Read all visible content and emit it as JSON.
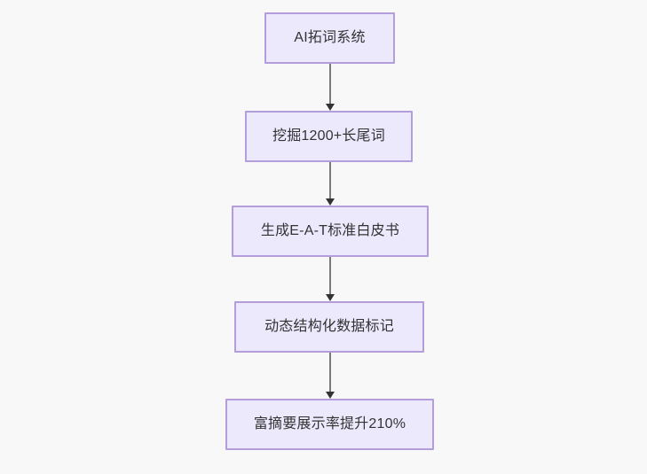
{
  "diagram": {
    "type": "flowchart",
    "direction": "top-down",
    "background_color": "#f8f8f8",
    "node_fill_color": "#ece9fc",
    "node_border_color": "#b39ddb",
    "node_text_color": "#333333",
    "edge_line_color": "#7a7a7a",
    "edge_arrow_color": "#333333",
    "nodes": [
      {
        "id": "n0",
        "label": "AI拓词系统"
      },
      {
        "id": "n1",
        "label": "挖掘1200+长尾词"
      },
      {
        "id": "n2",
        "label": "生成E-A-T标准白皮书"
      },
      {
        "id": "n3",
        "label": "动态结构化数据标记"
      },
      {
        "id": "n4",
        "label": "富摘要展示率提升210%"
      }
    ],
    "edges": [
      {
        "id": "e0",
        "from": "n0",
        "to": "n1",
        "label": ""
      },
      {
        "id": "e1",
        "from": "n1",
        "to": "n2",
        "label": ""
      },
      {
        "id": "e2",
        "from": "n2",
        "to": "n3",
        "label": ""
      },
      {
        "id": "e3",
        "from": "n3",
        "to": "n4",
        "label": ""
      }
    ]
  }
}
